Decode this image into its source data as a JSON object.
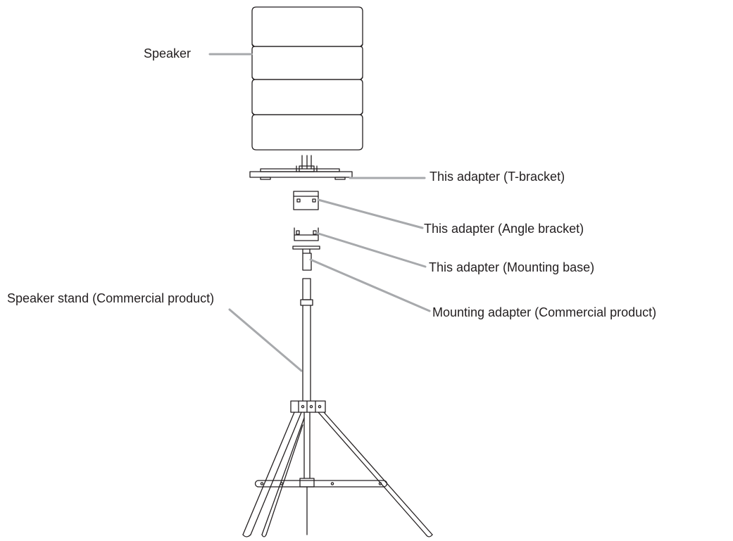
{
  "labels": {
    "speaker": "Speaker",
    "t_bracket": "This adapter (T-bracket)",
    "angle_bracket": "This adapter (Angle bracket)",
    "mounting_base": "This adapter (Mounting base)",
    "mounting_adapter": "Mounting adapter (Commercial product)",
    "speaker_stand": "Speaker stand (Commercial product)"
  },
  "colors": {
    "line_art": "#231f20",
    "leader": "#a7a9ac",
    "background": "#ffffff"
  }
}
